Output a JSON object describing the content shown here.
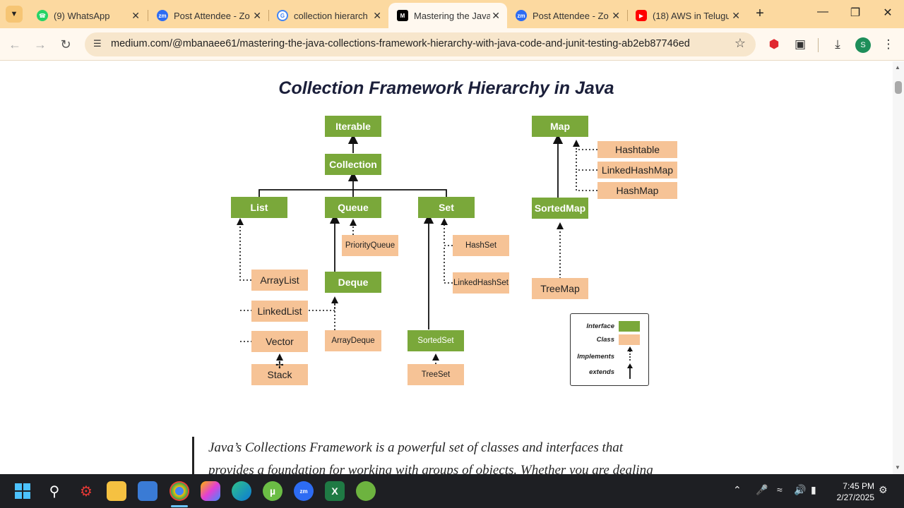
{
  "browser": {
    "tabs": [
      {
        "title": "(9) WhatsApp",
        "favicon": "whatsapp-icon",
        "color": "#25d366"
      },
      {
        "title": "Post Attendee - Zo",
        "favicon": "zoom-icon",
        "color": "#2d6cf3"
      },
      {
        "title": "collection hierarch",
        "favicon": "google-icon",
        "color": "#ffffff"
      },
      {
        "title": "Mastering the Java",
        "favicon": "medium-icon",
        "color": "#000000",
        "active": true
      },
      {
        "title": "Post Attendee - Zo",
        "favicon": "zoom-icon",
        "color": "#2d6cf3"
      },
      {
        "title": "(18) AWS in Telugu",
        "favicon": "youtube-icon",
        "color": "#ff0000"
      }
    ],
    "url": "medium.com/@mbanaee61/mastering-the-java-collections-framework-hierarchy-with-java-code-and-junit-testing-ab2eb87746ed",
    "profile_initial": "S",
    "favicon_labels": {
      "zoom": "zm",
      "medium": "M"
    }
  },
  "diagram": {
    "title": "Collection Framework Hierarchy in Java",
    "interfaces": {
      "iterable": "Iterable",
      "collection": "Collection",
      "list": "List",
      "queue": "Queue",
      "set": "Set",
      "deque": "Deque",
      "sortedset": "SortedSet",
      "map": "Map",
      "sortedmap": "SortedMap"
    },
    "classes": {
      "arraylist": "ArrayList",
      "linkedlist": "LinkedList",
      "vector": "Vector",
      "stack": "Stack",
      "priorityqueue": "PriorityQueue",
      "arraydeque": "ArrayDeque",
      "hashset": "HashSet",
      "linkedhashset": "LinkedHashSet",
      "treeset": "TreeSet",
      "hashtable": "Hashtable",
      "linkedhashmap": "LinkedHashMap",
      "hashmap": "HashMap",
      "treemap": "TreeMap"
    },
    "legend": {
      "interface": "Interface",
      "class": "Class",
      "implements": "Implements",
      "extends": "extends"
    },
    "colors": {
      "interface": "#7aa83a",
      "class": "#f6c396"
    }
  },
  "article": {
    "line1": "Java’s Collections Framework is a powerful set of classes and interfaces that",
    "line2": "provides a foundation for working with groups of objects. Whether you are dealing"
  },
  "taskbar": {
    "time": "7:45 PM",
    "date": "2/27/2025",
    "apps": [
      "windows-start-icon",
      "search-icon",
      "security-app-icon",
      "file-explorer-icon",
      "microsoft-store-icon",
      "chrome-icon",
      "copilot-icon",
      "edge-icon",
      "utorrent-icon",
      "zoom-icon",
      "excel-icon",
      "springboot-icon"
    ]
  }
}
